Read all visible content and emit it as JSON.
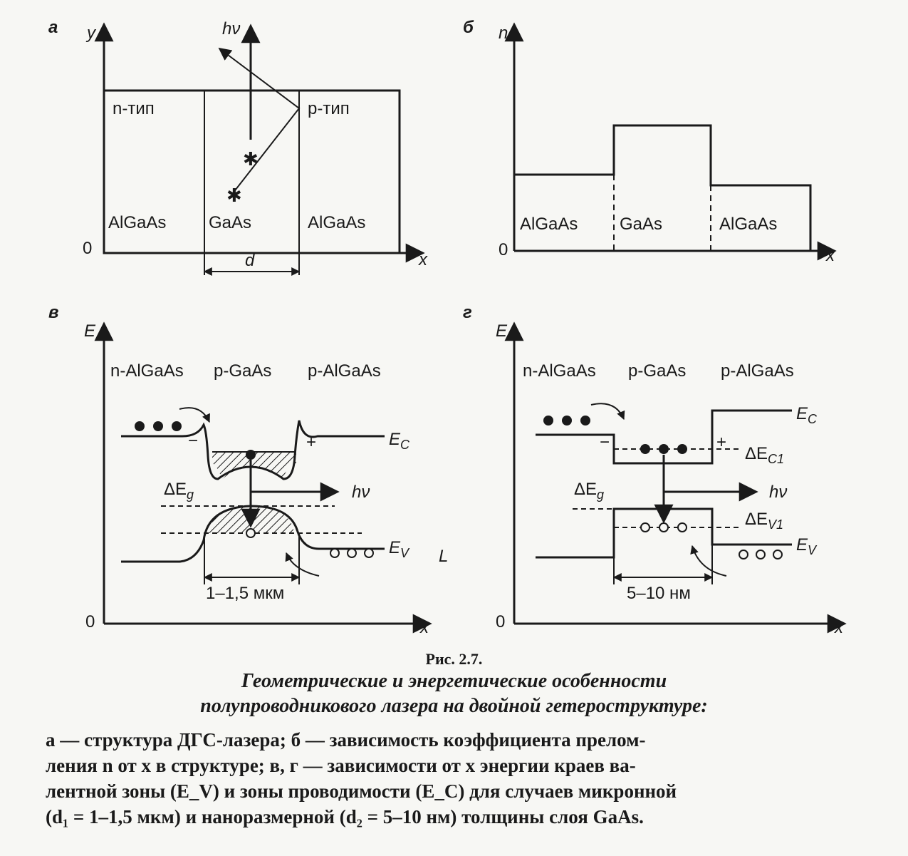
{
  "panels": {
    "a": {
      "letter": "а",
      "axis_y": "y",
      "axis_x": "x",
      "origin": "0",
      "n_type": "n-тип",
      "p_type": "p-тип",
      "hv": "hν",
      "left_material": "AlGaAs",
      "mid_material": "GaAs",
      "right_material": "AlGaAs",
      "width_label": "d"
    },
    "b": {
      "letter": "б",
      "axis_y": "n",
      "axis_x": "x",
      "origin": "0",
      "left_material": "AlGaAs",
      "mid_material": "GaAs",
      "right_material": "AlGaAs"
    },
    "c": {
      "letter": "в",
      "axis_y": "E",
      "axis_x": "x",
      "origin": "0",
      "left_layer": "n-AlGaAs",
      "mid_layer": "p-GaAs",
      "right_layer": "p-AlGaAs",
      "ec": "E",
      "ec_sub": "C",
      "ev": "E",
      "ev_sub": "V",
      "delta_eg": "ΔE",
      "delta_eg_sub": "g",
      "hv": "hν",
      "minus": "−",
      "plus": "+",
      "l_mark": "L",
      "width_label": "1–1,5 мкм"
    },
    "d": {
      "letter": "г",
      "axis_y": "E",
      "axis_x": "x",
      "origin": "0",
      "left_layer": "n-AlGaAs",
      "mid_layer": "p-GaAs",
      "right_layer": "p-AlGaAs",
      "ec": "E",
      "ec_sub": "C",
      "ev": "E",
      "ev_sub": "V",
      "delta_eg": "ΔE",
      "delta_eg_sub": "g",
      "delta_ec": "ΔE",
      "delta_ec_sub": "C1",
      "delta_ev": "ΔE",
      "delta_ev_sub": "V1",
      "hv": "hν",
      "minus": "−",
      "plus": "+",
      "width_label": "5–10 нм"
    }
  },
  "caption": {
    "title": "Рис. 2.7.",
    "subtitle_line1": "Геометрические и энергетические особенности",
    "subtitle_line2": "полупроводникового лазера на двойной гетероструктуре:",
    "body_line1": "а — структура ДГС-лазера; б — зависимость коэффициента прелом-",
    "body_line2": "ления n от x в структуре; в, г — зависимости от x энергии краев ва-",
    "body_line3": "лентной зоны (E_V) и зоны проводимости (E_C) для случаев микронной",
    "body_line4": "(d₁ = 1–1,5 мкм) и наноразмерной (d₂ = 5–10 нм) толщины слоя GaAs."
  },
  "colors": {
    "ink": "#1a1a1a",
    "paper": "#f7f7f4"
  }
}
